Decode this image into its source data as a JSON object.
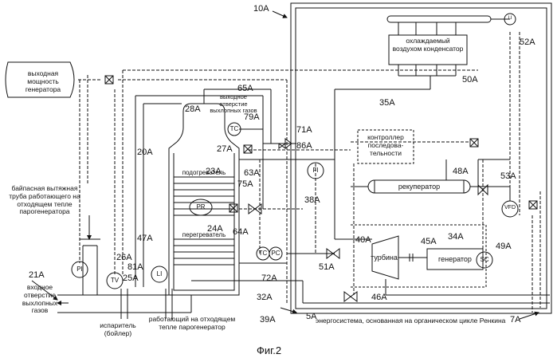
{
  "figure": {
    "caption": "Фиг.2",
    "system_ref": "10A",
    "system_label": "энергосистема, основанная на органическом цикле Ренкина"
  },
  "components": {
    "condenser": "охлаждаемый воздухом конденсатор",
    "sequence_controller": "контроллер последова-тельности",
    "recuperator": "рекуператор",
    "turbine": "турбина",
    "generator": "генератор",
    "generator_output": "выходная мощность генератора",
    "preheater": "подогреватель",
    "superheater": "перегреватель",
    "evaporator": "испаритель (бойлер)",
    "hrsg": "работающий на отходящем тепле парогенератор",
    "exhaust_outlet": "выходное отверстие выхлопных газов",
    "exhaust_inlet": "входное отверстие выхлопных газов",
    "bypass_stack": "байпасная вытяжная труба работающего на отходящем тепле парогенератора"
  },
  "instruments": {
    "pi": "PI",
    "tv": "TV",
    "li": "LI",
    "li2": "LI",
    "tc1": "TC",
    "tc2": "TC",
    "pc": "PC",
    "fi": "FI",
    "sc": "SC",
    "vfd": "VFD",
    "pr": "PR"
  },
  "refs": {
    "r5": "5A",
    "r7": "7A",
    "r10": "10A",
    "r20": "20A",
    "r21": "21A",
    "r23": "23A",
    "r24": "24A",
    "r25": "25A",
    "r26": "26A",
    "r27": "27A",
    "r28": "28A",
    "r32": "32A",
    "r34": "34A",
    "r35": "35A",
    "r38": "38A",
    "r39": "39A",
    "r40": "40A",
    "r45": "45A",
    "r46": "46A",
    "r47": "47A",
    "r48": "48A",
    "r49": "49A",
    "r50": "50A",
    "r51": "51A",
    "r52": "52A",
    "r53": "53A",
    "r63": "63A",
    "r64": "64A",
    "r65": "65A",
    "r71": "71A",
    "r72": "72A",
    "r75": "75A",
    "r79": "79A",
    "r81": "81A",
    "r86": "86A"
  }
}
